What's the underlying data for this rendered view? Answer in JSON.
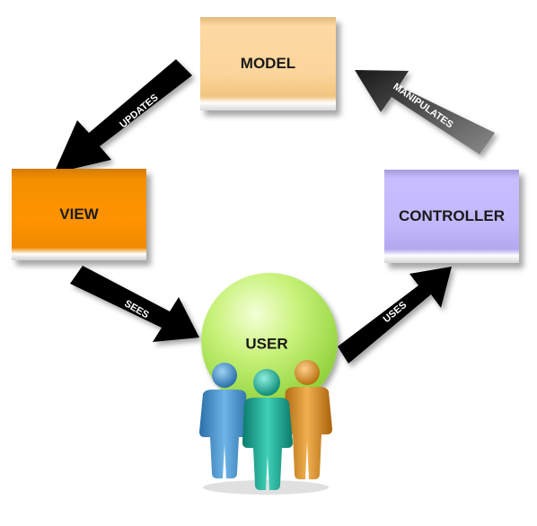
{
  "nodes": {
    "model": "MODEL",
    "view": "VIEW",
    "controller": "CONTROLLER",
    "user": "USER"
  },
  "edges": {
    "updates": "UPDATES",
    "manipulates": "MANIPULATES",
    "sees": "SEES",
    "uses": "USES"
  },
  "colors": {
    "model": "#fdd9a3",
    "view": "#ff9300",
    "controller": "#c8beff",
    "user_circle": "#c8f27a",
    "person_blue": "#3a86c2",
    "person_teal": "#13a08e",
    "person_orange": "#d98a1a",
    "arrow": "#000000"
  }
}
